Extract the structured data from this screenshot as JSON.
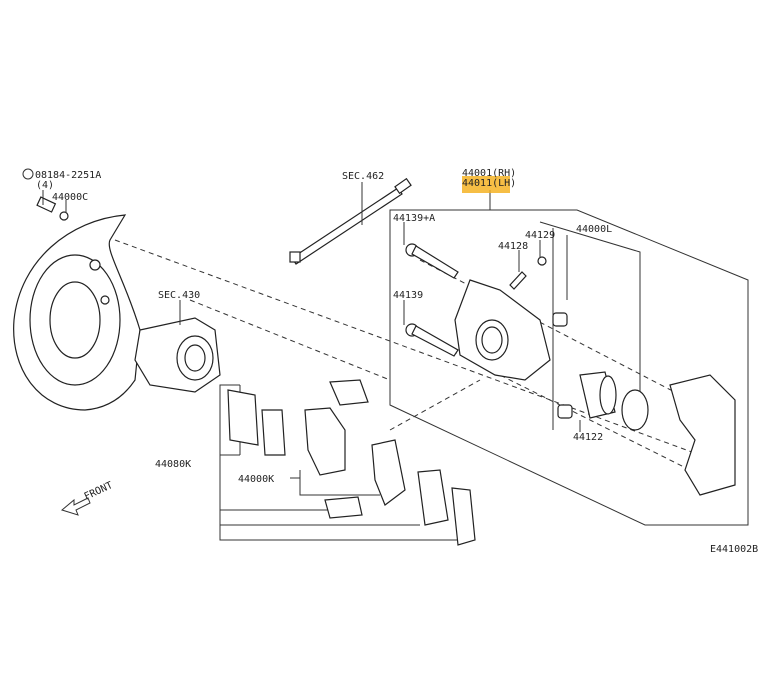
{
  "diagram": {
    "figure_code": "E441002B",
    "direction_label": "FRONT",
    "highlight_color": "#f5b324",
    "labels": {
      "bolt": "08184-2251A",
      "bolt_qty": "(4)",
      "plate": "44000C",
      "sec462": "SEC.462",
      "sec430": "SEC.430",
      "caliper_rh": "44001(RH)",
      "caliper_lh": "44011(LH)",
      "pin_a": "44139+A",
      "bleeder": "44128",
      "cap": "44129",
      "kit": "44000L",
      "pin": "44139",
      "piston": "44122",
      "pad_kit": "44080K",
      "pads": "44000K"
    }
  }
}
